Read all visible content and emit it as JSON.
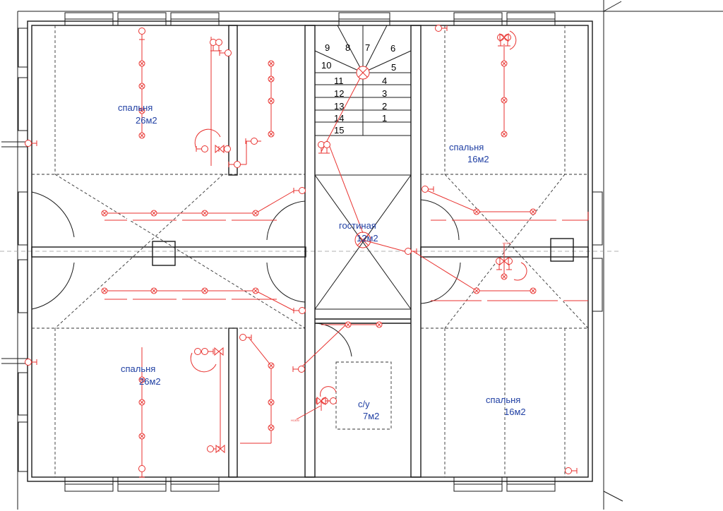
{
  "rooms": {
    "bedroom_top_left": {
      "name": "спальня",
      "area": "26м2"
    },
    "bedroom_top_right": {
      "name": "спальня",
      "area": "16м2"
    },
    "living_room": {
      "name": "гостиная",
      "area": "12м2"
    },
    "bedroom_bottom_left": {
      "name": "спальня",
      "area": "26м2"
    },
    "bathroom": {
      "name": "с/у",
      "area": "7м2"
    },
    "bedroom_bottom_right": {
      "name": "спальня",
      "area": "16м2"
    }
  },
  "stairs": {
    "steps": [
      "1",
      "2",
      "3",
      "4",
      "5",
      "6",
      "7",
      "8",
      "9",
      "10",
      "11",
      "12",
      "13",
      "14",
      "15"
    ]
  },
  "colors": {
    "walls": "#1a1a1a",
    "electrical": "#e8322f",
    "room_labels": "#1f3fa3",
    "step_numbers": "#000000"
  },
  "symbols": [
    "ceiling-light-icon",
    "switch-icon",
    "socket-icon",
    "wiring-line"
  ]
}
